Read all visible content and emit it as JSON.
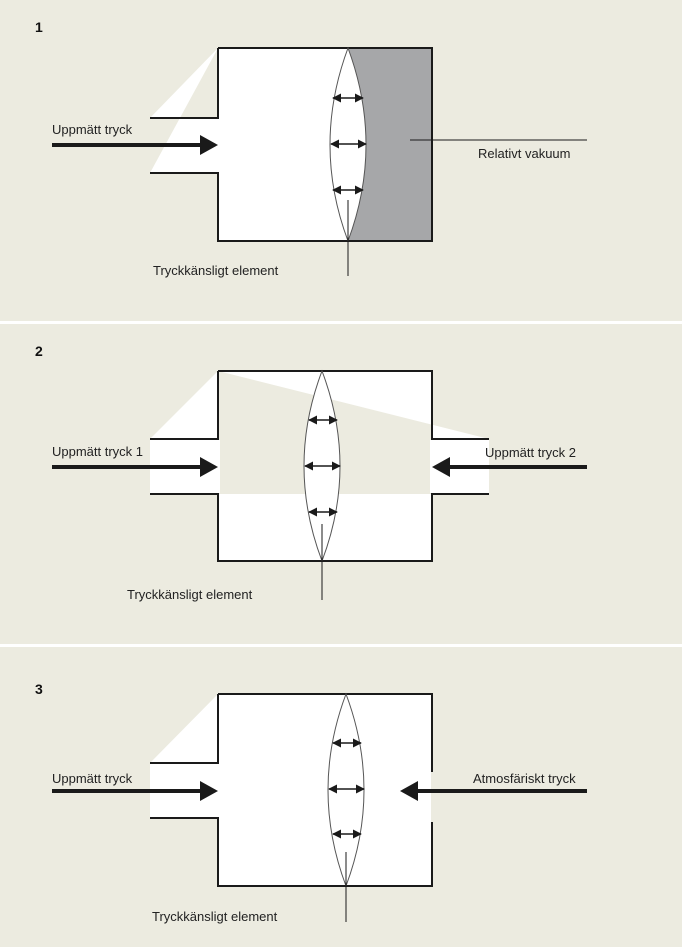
{
  "panels": [
    {
      "number": "1",
      "input_label": "Uppmätt tryck",
      "reference_label": "Relativt vakuum",
      "element_label": "Tryckkänsligt element"
    },
    {
      "number": "2",
      "input_label": "Uppmätt tryck 1",
      "reference_label": "Uppmätt tryck 2",
      "element_label": "Tryckkänsligt element"
    },
    {
      "number": "3",
      "input_label": "Uppmätt tryck",
      "reference_label": "Atmosfäriskt tryck",
      "element_label": "Tryckkänsligt element"
    }
  ],
  "colors": {
    "panel_background": "#ecebe0",
    "chamber_fill": "#ffffff",
    "vacuum_fill": "#a6a7a9",
    "stroke": "#1a1a1a"
  }
}
